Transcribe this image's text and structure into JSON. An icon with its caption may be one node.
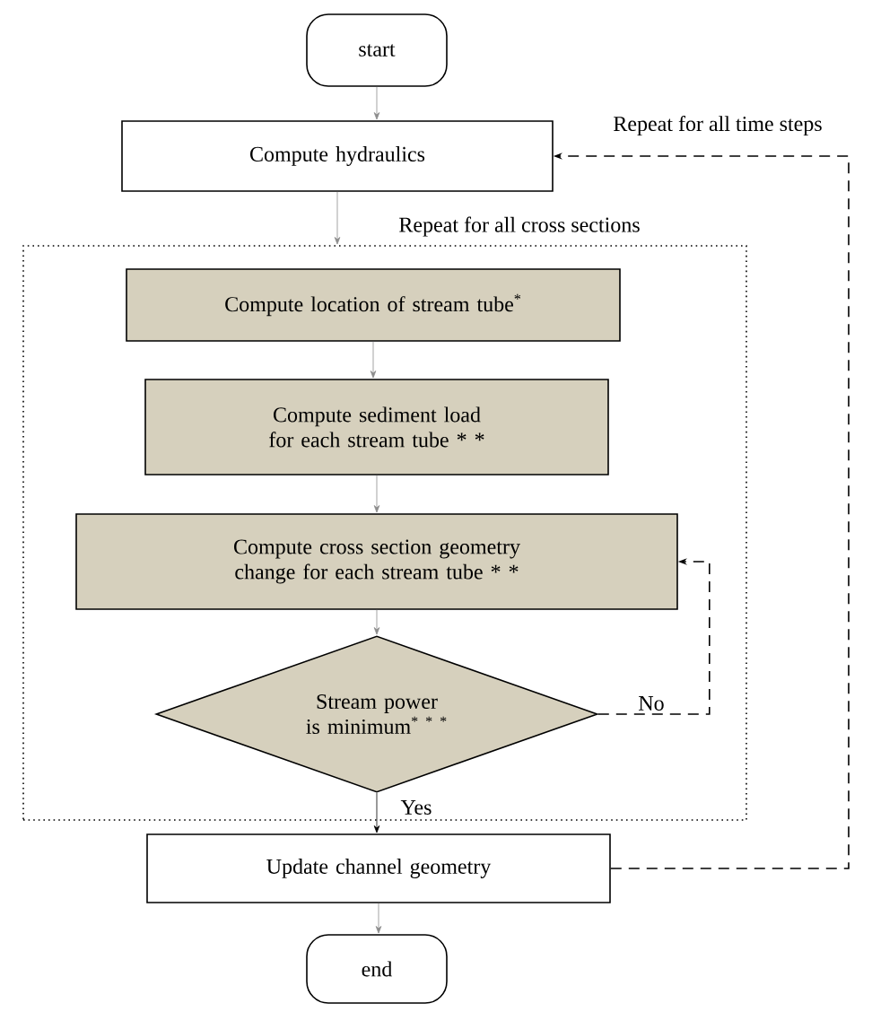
{
  "diagram": {
    "nodes": [
      {
        "text": [
          "start"
        ]
      },
      {
        "text": [
          "Compute hydraulics"
        ]
      },
      {
        "text": [
          "Repeat for all cross sections"
        ]
      },
      {
        "text": [
          "Compute location of stream tube$^{*}$"
        ],
        "in": 2
      },
      {
        "text": [
          "Compute sediment load for each stream tube * *"
        ],
        "in": 2
      },
      {
        "text": [
          "Compute cross section geometry change for each stream tube * *"
        ],
        "in": 2
      },
      {
        "text": [
          "Stream power is minimum$^{* * *}$"
        ],
        "in": 2
      },
      {
        "text": [
          "Update channel geometry"
        ]
      },
      {
        "text": [
          "end"
        ]
      }
    ],
    "edges": [
      {
        "from": 0,
        "to": 1,
        "arrow": "to"
      },
      {
        "from": 1,
        "to": 2,
        "arrow": "to"
      },
      {
        "from": 3,
        "to": 4,
        "arrow": "to"
      },
      {
        "from": 4,
        "to": 5,
        "arrow": "to"
      },
      {
        "from": 5,
        "to": 6,
        "arrow": "to"
      },
      {
        "from": 6,
        "to": 7,
        "arrow": "to",
        "label": "Yes",
        "color": "#000000"
      },
      {
        "from": 6,
        "to": 5,
        "arrow": "to",
        "label": "No",
        "style": "dashed",
        "color": "#000000"
      },
      {
        "from": 7,
        "to": 1,
        "arrow": "to",
        "label": "Repeat for all time steps",
        "style": "dashed",
        "color": "#000000"
      },
      {
        "from": 7,
        "to": 8,
        "arrow": "to"
      }
    ]
  }
}
